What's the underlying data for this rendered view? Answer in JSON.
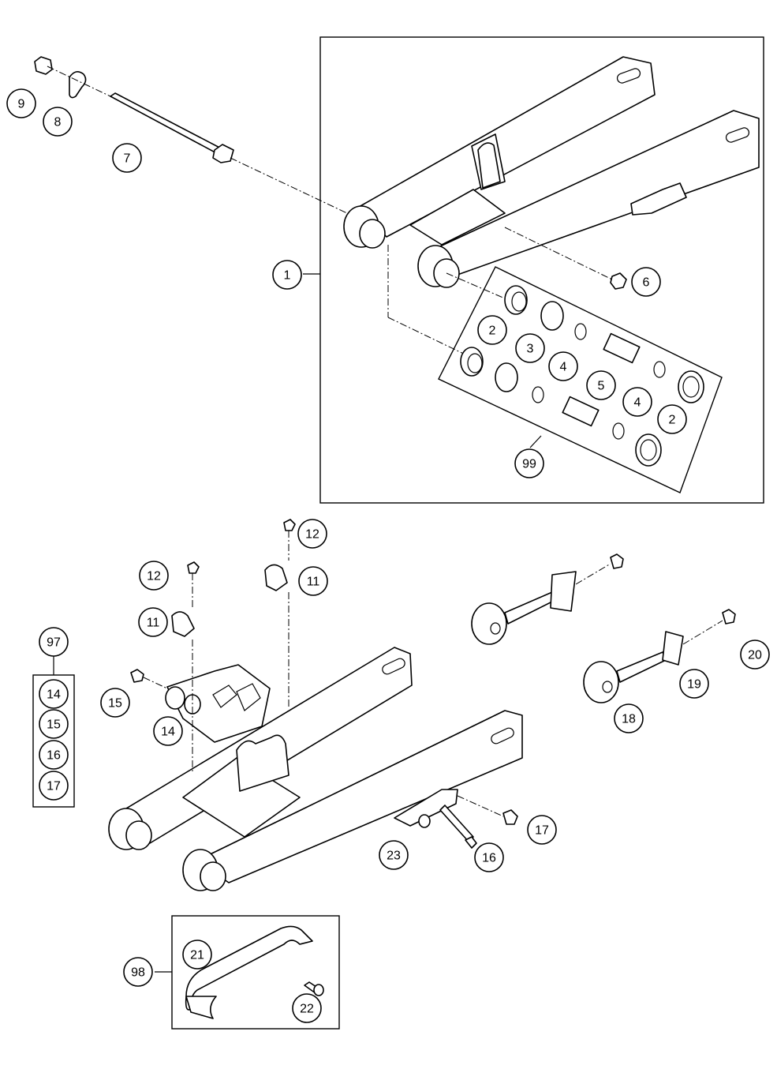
{
  "callouts": {
    "c1": "1",
    "c2a": "2",
    "c2b": "2",
    "c3": "3",
    "c4a": "4",
    "c4b": "4",
    "c5": "5",
    "c6": "6",
    "c7": "7",
    "c8": "8",
    "c9": "9",
    "c11a": "11",
    "c11b": "11",
    "c12a": "12",
    "c12b": "12",
    "c14a": "14",
    "c14b": "14",
    "c15a": "15",
    "c15b": "15",
    "c16a": "16",
    "c16b": "16",
    "c17a": "17",
    "c17b": "17",
    "c18": "18",
    "c19": "19",
    "c20": "20",
    "c21": "21",
    "c22": "22",
    "c23": "23",
    "c97": "97",
    "c98": "98",
    "c99": "99"
  },
  "part_icons": {
    "swingarm": "swingarm-icon",
    "axle": "pivot-shaft-icon",
    "nut": "nut-icon",
    "bearing": "bearing-icon",
    "chain_guide": "chain-guide-icon",
    "chain_slider": "chain-slider-icon",
    "bumper": "rubber-bumper-icon"
  }
}
